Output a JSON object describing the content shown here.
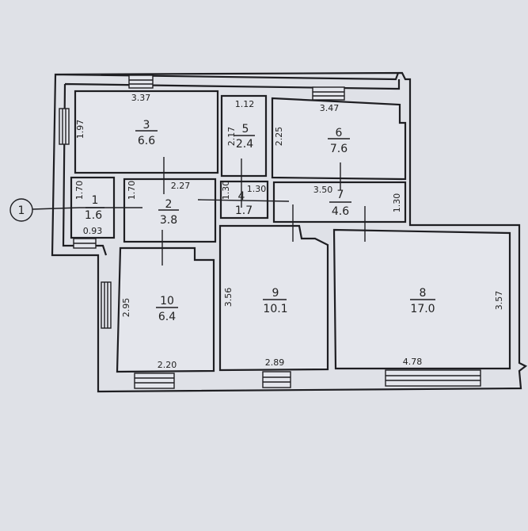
{
  "marker": {
    "label": "1"
  },
  "rooms": [
    {
      "number": "1",
      "area": "1.6",
      "dims": [
        "1.70",
        "0.93"
      ]
    },
    {
      "number": "2",
      "area": "3.8",
      "dims": [
        "1.70",
        "2.27"
      ]
    },
    {
      "number": "3",
      "area": "6.6",
      "dims": [
        "3.37",
        "1.97"
      ]
    },
    {
      "number": "4",
      "area": "1.7",
      "dims": [
        "1.30",
        "1.30"
      ]
    },
    {
      "number": "5",
      "area": "2.4",
      "dims": [
        "1.12",
        "2.17"
      ]
    },
    {
      "number": "6",
      "area": "7.6",
      "dims": [
        "3.47",
        "2.25"
      ]
    },
    {
      "number": "7",
      "area": "4.6",
      "dims": [
        "3.50",
        "1.30"
      ]
    },
    {
      "number": "8",
      "area": "17.0",
      "dims": [
        "4.78",
        "3.57"
      ]
    },
    {
      "number": "9",
      "area": "10.1",
      "dims": [
        "2.89",
        "3.56"
      ]
    },
    {
      "number": "10",
      "area": "6.4",
      "dims": [
        "2.20",
        "2.95"
      ]
    }
  ]
}
